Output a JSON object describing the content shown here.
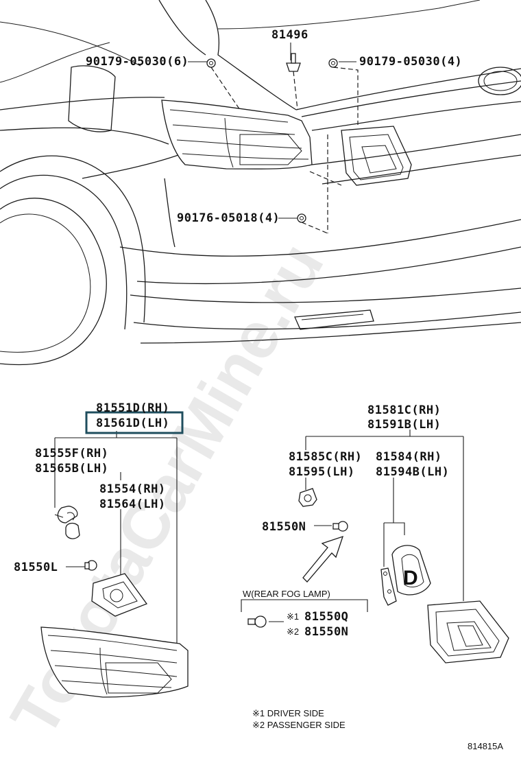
{
  "watermark": "ToyotaCarMine.ru",
  "top_labels": {
    "bolt_upper": "81496",
    "nut_left": "90179-05030(6)",
    "nut_right": "90179-05030(4)",
    "screw_lower": "90176-05018(4)"
  },
  "outer_lamp": {
    "rh": "81551D(RH)",
    "lh": "81561D(LH)",
    "socket_rh": "81555F(RH)",
    "socket_lh": "81565B(LH)",
    "gasket_rh": "81554(RH)",
    "gasket_lh": "81564(LH)",
    "bulb": "81550L"
  },
  "inner_lamp": {
    "rh": "81581C(RH)",
    "lh": "81591B(LH)",
    "socket_rh": "81585C(RH)",
    "socket_lh": "81595(LH)",
    "gasket_rh": "81584(RH)",
    "gasket_lh": "81594B(LH)",
    "bulb": "81550N"
  },
  "fog_lamp": {
    "title": "W(REAR FOG LAMP)",
    "mark1": "※1",
    "part1": "81550Q",
    "mark2": "※2",
    "part2": "81550N"
  },
  "legend": {
    "note1": "※1  DRIVER SIDE",
    "note2": "※2  PASSENGER SIDE"
  },
  "figure_code": "814815A",
  "colors": {
    "highlight": "#1f4e5e",
    "ink": "#1a1a1a"
  }
}
